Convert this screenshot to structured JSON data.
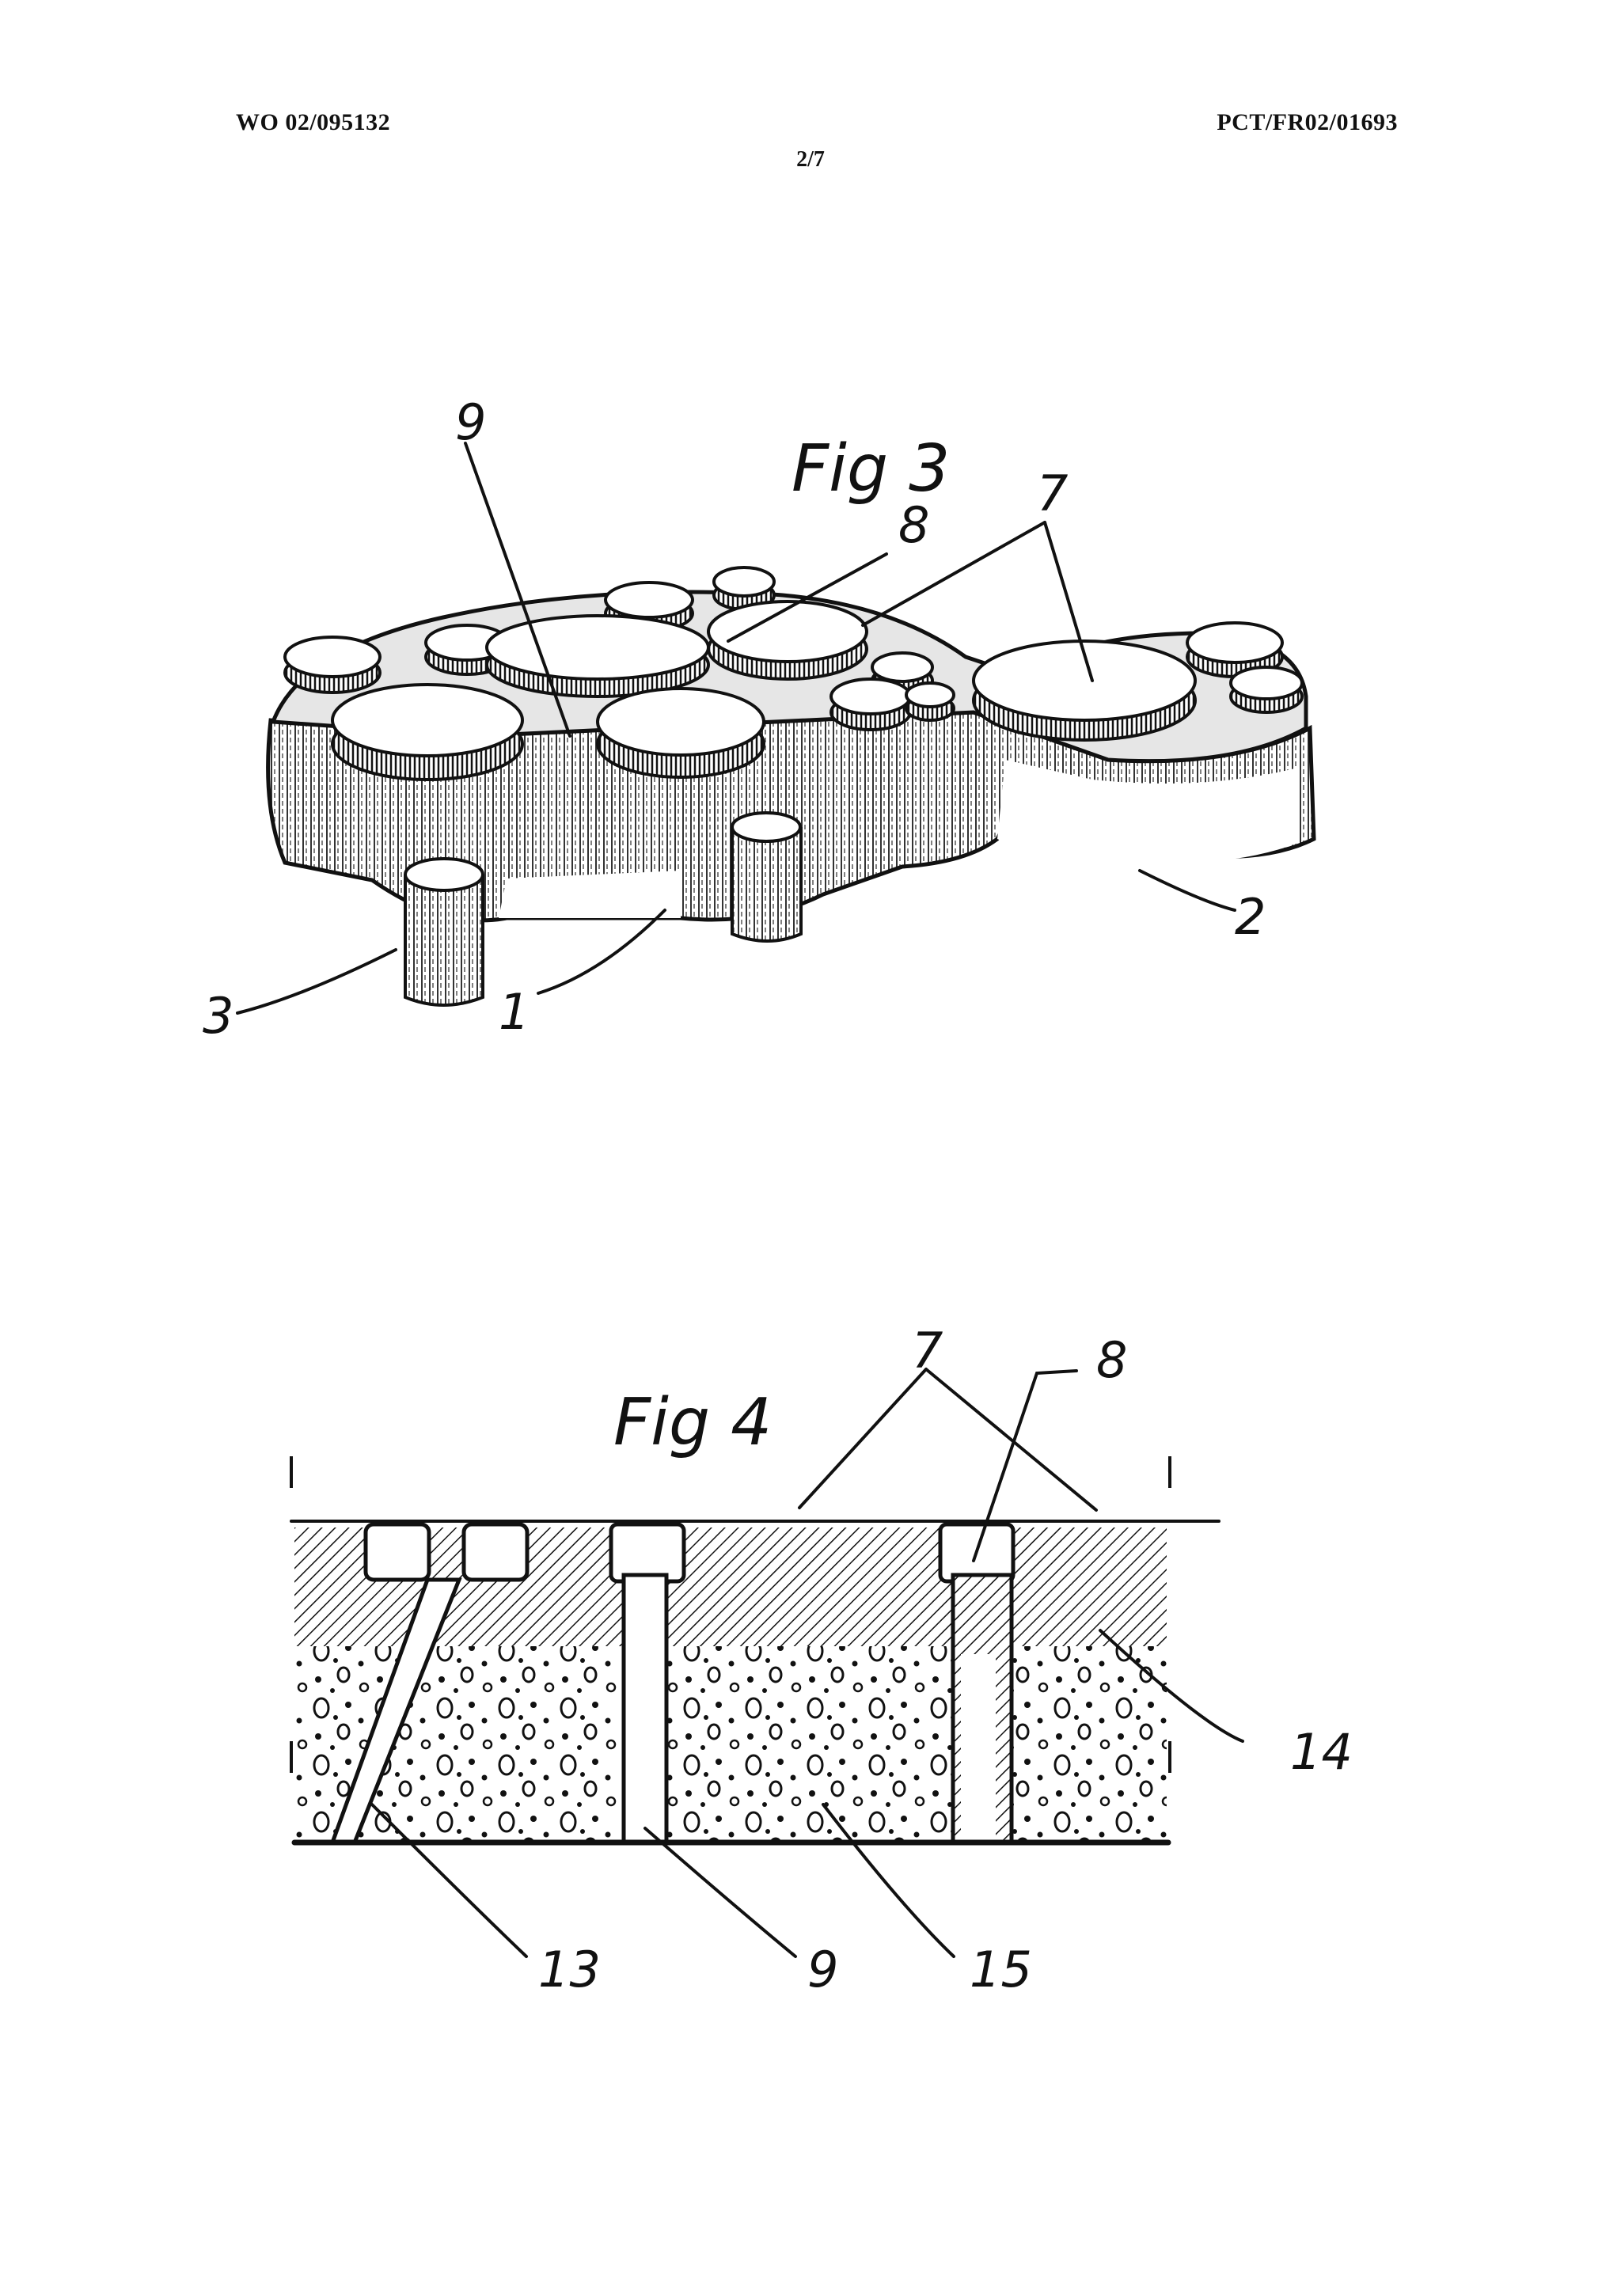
{
  "header": {
    "publication_number": "WO 02/095132",
    "application_number": "PCT/FR02/01693",
    "sheet": "2/7"
  },
  "figure3": {
    "title": "Fig 3",
    "labels": {
      "l9": "9",
      "l8": "8",
      "l7": "7",
      "l1": "1",
      "l2": "2",
      "l3": "3"
    }
  },
  "figure4": {
    "title": "Fig 4",
    "labels": {
      "l7": "7",
      "l8": "8",
      "l14": "14",
      "l13": "13",
      "l9": "9",
      "l15": "15"
    }
  },
  "colors": {
    "ink": "#111111",
    "paper": "#ffffff"
  }
}
